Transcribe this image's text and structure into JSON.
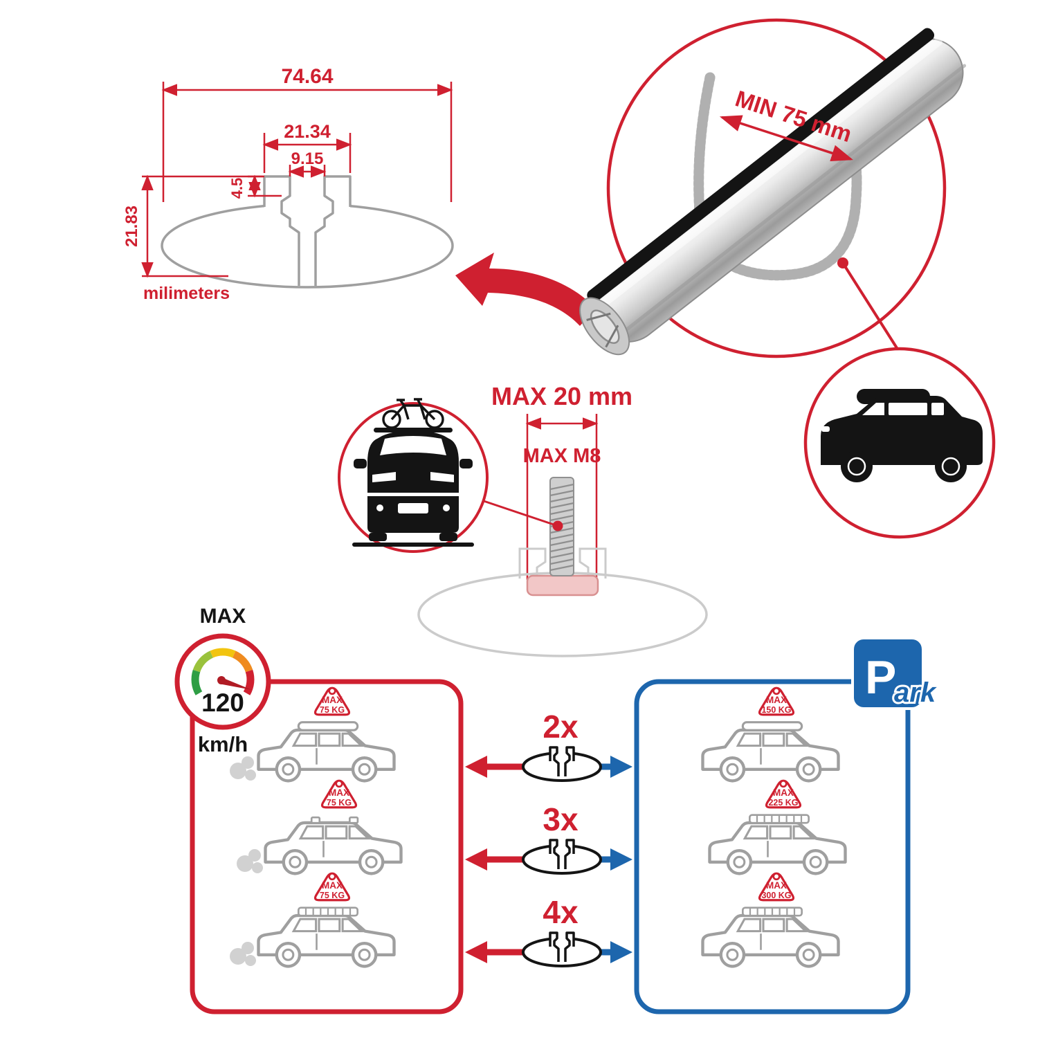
{
  "profile": {
    "width": "74.64",
    "slot_outer_width": "21.34",
    "slot_opening": "9.15",
    "lip_depth": "4.5",
    "height": "21.83",
    "units": "milimeters"
  },
  "bar_detail": {
    "min_span": "MIN 75 mm"
  },
  "bolt_detail": {
    "max_width": "MAX 20 mm",
    "max_thread": "MAX M8"
  },
  "speedometer": {
    "title": "MAX",
    "value": "120",
    "units": "km/h"
  },
  "parking_sign": {
    "letter": "P",
    "rest": "ark"
  },
  "rows": [
    {
      "qty": "2x",
      "drive_tag_title": "MAX",
      "drive_tag_load": "75 KG",
      "park_tag_title": "MAX",
      "park_tag_load": "150 KG"
    },
    {
      "qty": "3x",
      "drive_tag_title": "MAX",
      "drive_tag_load": "75 KG",
      "park_tag_title": "MAX",
      "park_tag_load": "225 KG"
    },
    {
      "qty": "4x",
      "drive_tag_title": "MAX",
      "drive_tag_load": "75 KG",
      "park_tag_title": "MAX",
      "park_tag_load": "300 KG"
    }
  ],
  "colors": {
    "accent_red": "#cf2030",
    "accent_blue": "#1d66ad",
    "outline_gray": "#9f9f9f"
  }
}
